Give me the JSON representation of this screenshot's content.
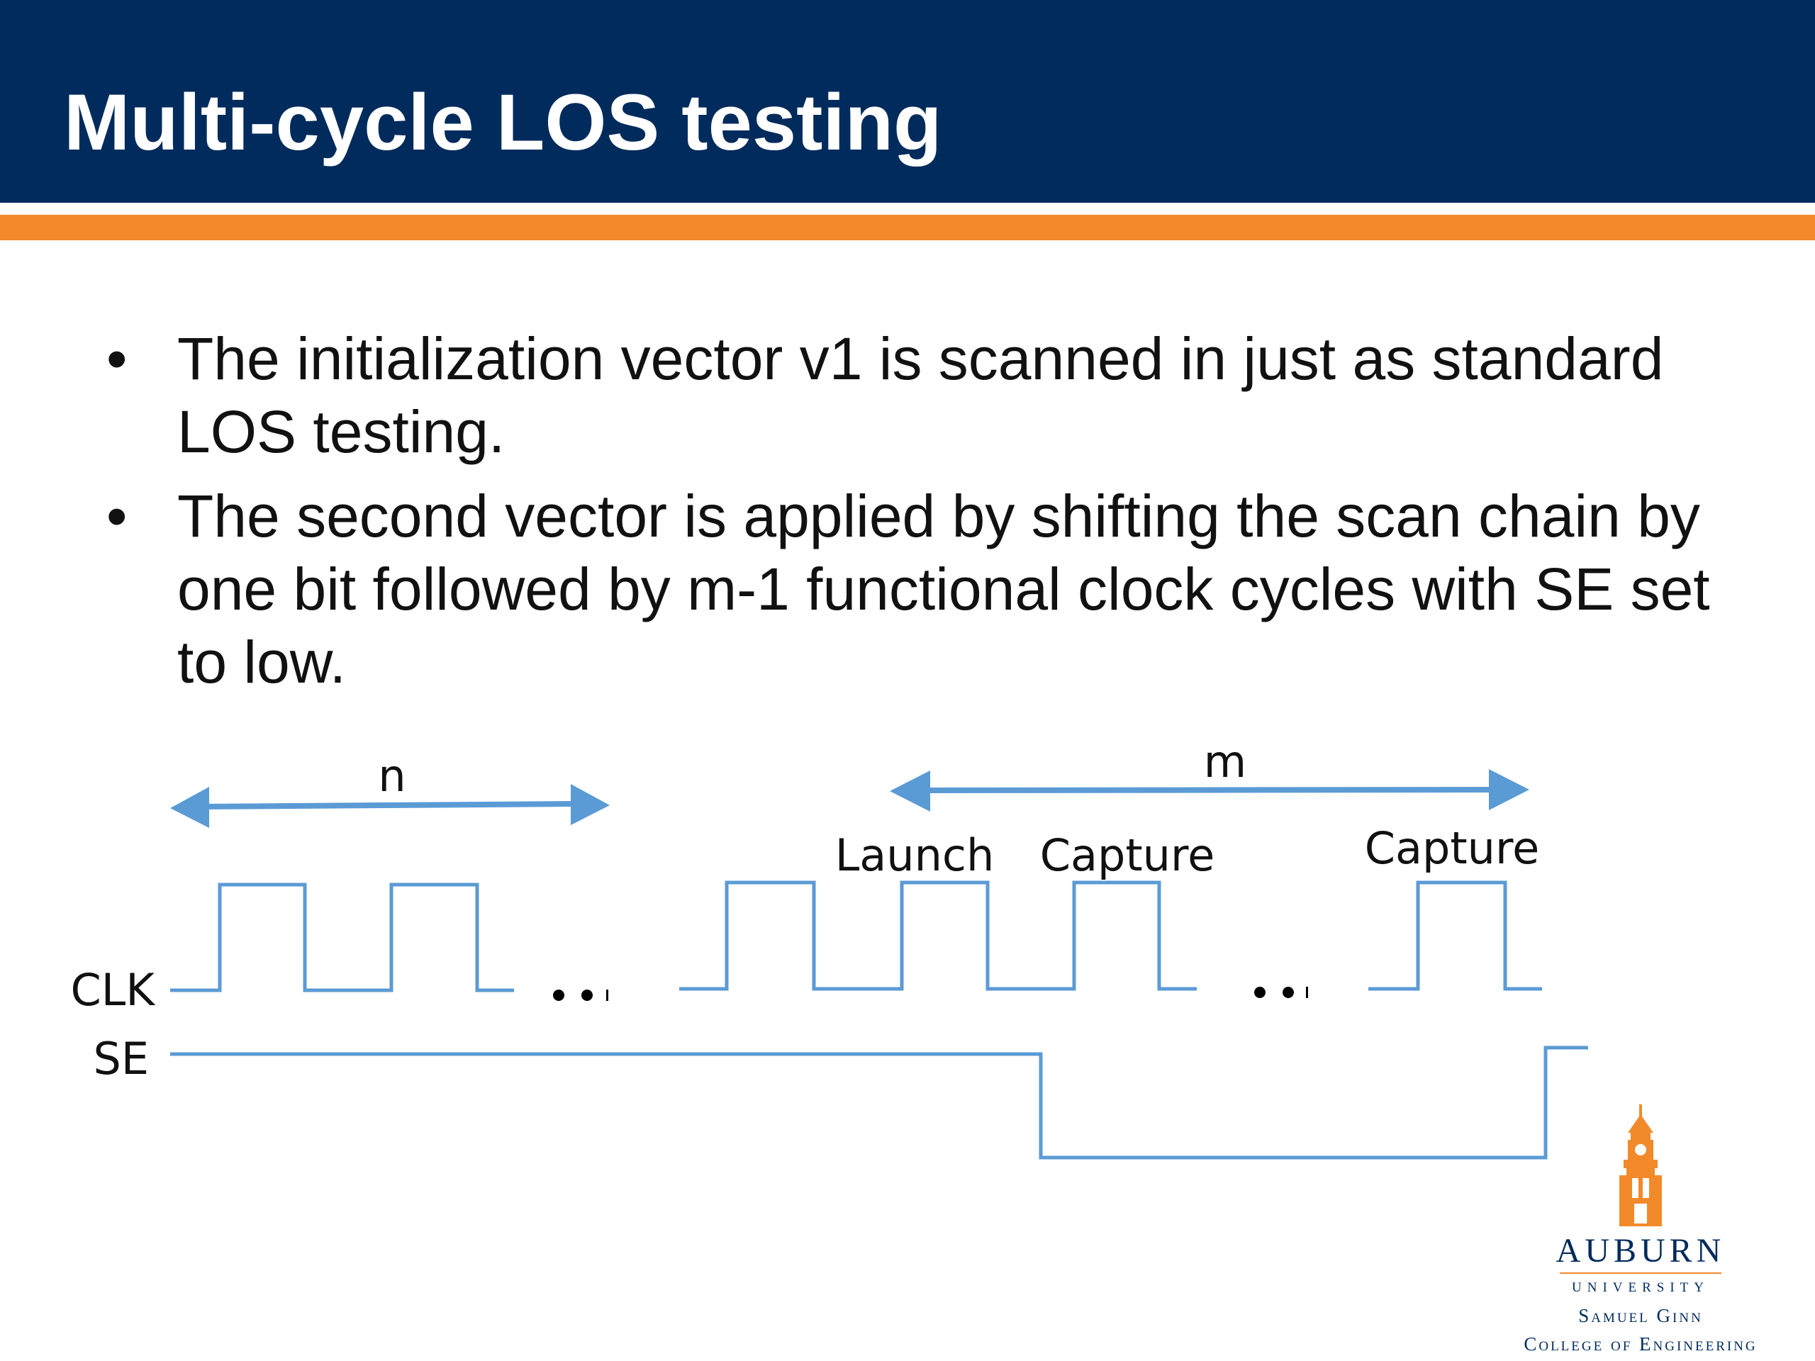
{
  "slide": {
    "title": "Multi-cycle LOS testing",
    "bullets": [
      "The initialization vector v1 is scanned in just as standard LOS testing.",
      "The second vector is applied by shifting the scan chain by one bit followed by m-1 functional clock cycles with SE set to low."
    ]
  },
  "diagram": {
    "labels": {
      "n": "n",
      "m": "m",
      "launch": "Launch",
      "capture1": "Capture",
      "capture2": "Capture",
      "clk": "CLK",
      "se": "SE"
    },
    "ellipsis_1": "..",
    "ellipsis_2": "..",
    "colors": {
      "waveform": "#5b9bd5",
      "arrow": "#5b9bd5"
    }
  },
  "logo": {
    "name": "AUBURN",
    "sub": "UNIVERSITY",
    "line1": "Samuel Ginn",
    "line2": "College of Engineering"
  },
  "colors": {
    "header": "#002b5c",
    "accent": "#f28a2c"
  }
}
